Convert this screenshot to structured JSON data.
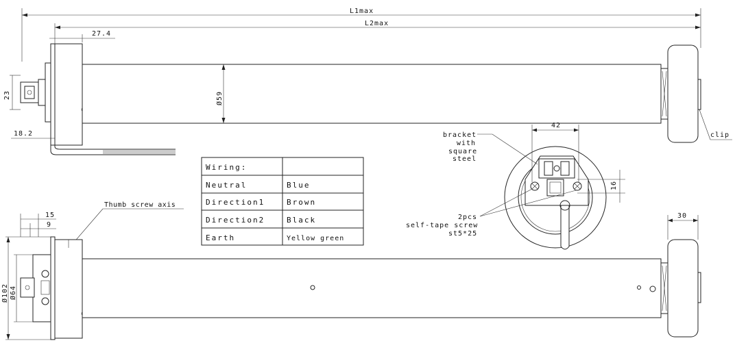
{
  "dimensions": {
    "l1max": "L1max",
    "l2max": "L2max",
    "d274": "27.4",
    "d23": "23",
    "d182": "18.2",
    "d59": "Ø59",
    "d42": "42",
    "d16": "16",
    "d15": "15",
    "d9": "9",
    "d102": "Ø102",
    "d64": "Ø64",
    "d30": "30"
  },
  "labels": {
    "clip": "clip",
    "bracket_1": "bracket",
    "bracket_2": "with",
    "bracket_3": "square",
    "bracket_4": "steel",
    "screw_1": "2pcs",
    "screw_2": "self-tape screw",
    "screw_3": "st5*25",
    "thumb": "Thumb screw axis"
  },
  "wiring_table": {
    "header": [
      "Wiring:",
      ""
    ],
    "rows": [
      [
        "Neutral",
        "Blue"
      ],
      [
        "Direction1",
        "Brown"
      ],
      [
        "Direction2",
        "Black"
      ],
      [
        "Earth",
        "Yellow green"
      ]
    ]
  }
}
